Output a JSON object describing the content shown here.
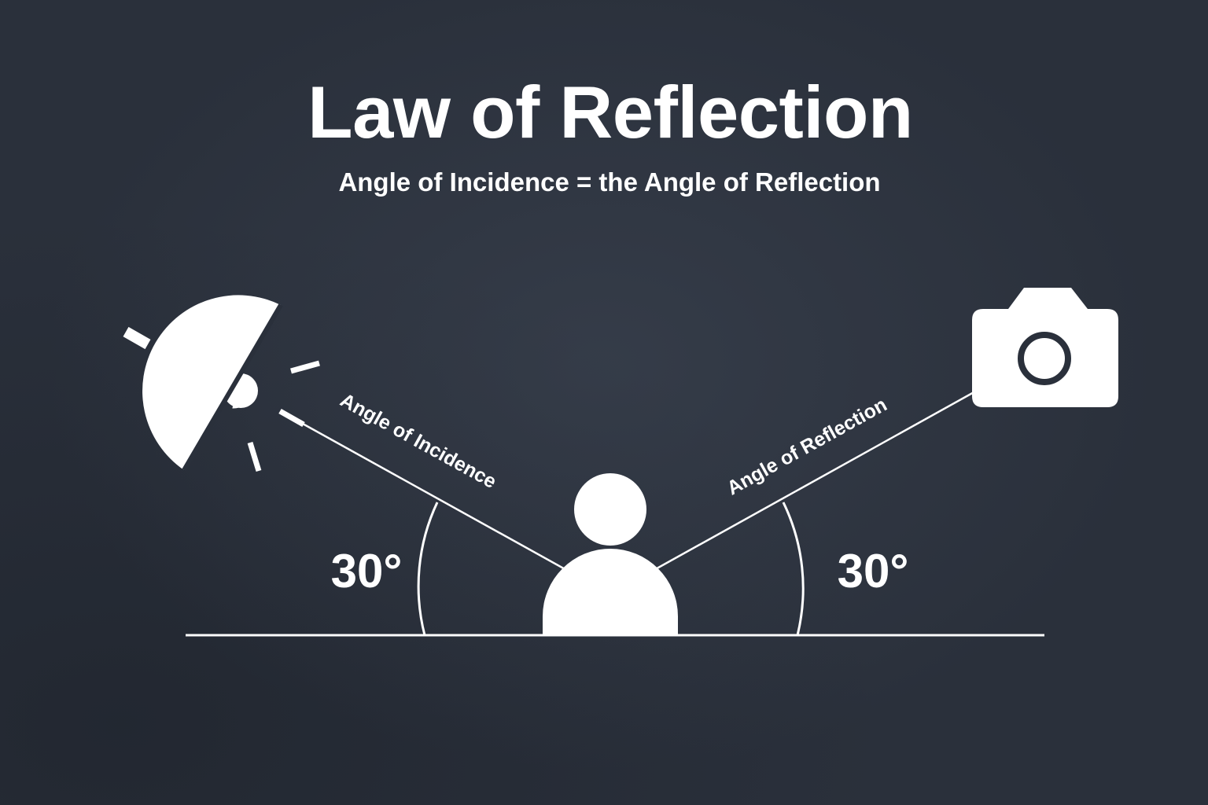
{
  "title": "Law of Reflection",
  "subtitle": "Angle of Incidence = the Angle of Reflection",
  "rays": {
    "incidence_label": "Angle of Incidence",
    "reflection_label": "Angle of Reflection"
  },
  "angles": {
    "incidence_value": "30°",
    "reflection_value": "30°"
  },
  "icons": {
    "light_source": "light-icon",
    "subject": "person-icon",
    "camera": "camera-icon"
  },
  "colors": {
    "background": "#2a303b",
    "foreground": "#ffffff"
  }
}
